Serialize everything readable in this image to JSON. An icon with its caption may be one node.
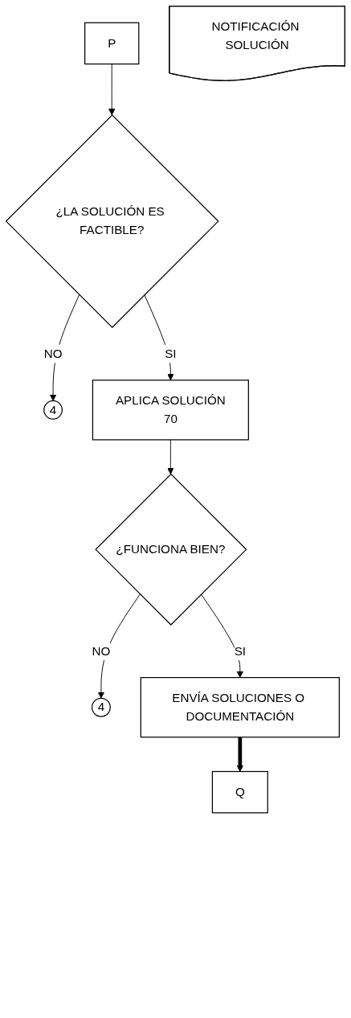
{
  "diagram": {
    "nodes": [
      {
        "text": [
          "P"
        ]
      },
      {
        "text": [
          "¿LA SOLUCIÓN ES FACTIBLE?"
        ]
      },
      {
        "text": [
          "4"
        ]
      },
      {
        "text": [
          "APLICA SOLUCIÓN",
          "70"
        ]
      },
      {
        "text": [
          "¿FUNCIONA BIEN?"
        ]
      },
      {
        "text": [
          "4"
        ]
      },
      {
        "text": [
          "ENVÍA SOLUCIONES O DOCUMENTACIÓN"
        ]
      },
      {
        "text": [
          "NOTIFICACIÓN SOLUCIÓN"
        ]
      },
      {
        "text": [
          "Q"
        ]
      }
    ],
    "edges": [
      {
        "from": 0,
        "to": 1,
        "arrow": "to"
      },
      {
        "from": 1,
        "to": 2,
        "arrow": "to",
        "label": "NO"
      },
      {
        "from": 1,
        "to": 3,
        "arrow": "to",
        "label": "SI"
      },
      {
        "from": 3,
        "to": 4,
        "arrow": "to"
      },
      {
        "from": 4,
        "to": 5,
        "arrow": "to",
        "label": "NO"
      },
      {
        "from": 4,
        "to": 6,
        "arrow": "to",
        "label": "SI"
      },
      {
        "from": 6,
        "to": 8,
        "arrow": "to",
        "style": "thick"
      }
    ]
  }
}
